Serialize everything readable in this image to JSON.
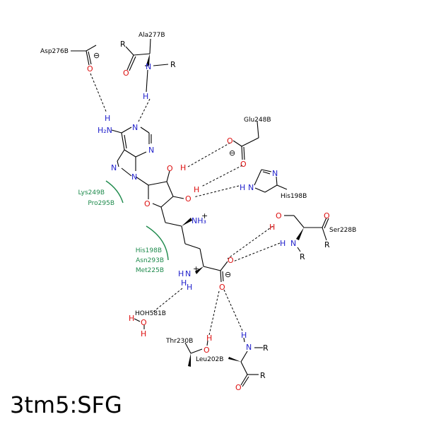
{
  "title": "3tm5:SFG",
  "colors": {
    "nitrogen": "#2323cc",
    "oxygen": "#dd1111",
    "carbon": "#000000",
    "residue_text": "#000000",
    "hydrophobic": "#1e8a4c"
  },
  "residues": {
    "asp276": "Asp276B",
    "ala277": "Ala277B",
    "glu248": "Glu248B",
    "his198_right": "His198B",
    "ser228": "Ser228B",
    "hoh581": "HOH581B",
    "thr230": "Thr230B",
    "leu202": "Leu202B"
  },
  "hydrophobic_contacts": {
    "group1": [
      "Lys249B",
      "Pro295B"
    ],
    "group2": [
      "His198B",
      "Asn293B",
      "Met225B"
    ]
  },
  "atoms": {
    "N": "N",
    "O": "O",
    "H": "H",
    "R": "R",
    "NH2": "H₂N",
    "NH3": "NH₃",
    "plus": "+",
    "minus": "⊖"
  }
}
